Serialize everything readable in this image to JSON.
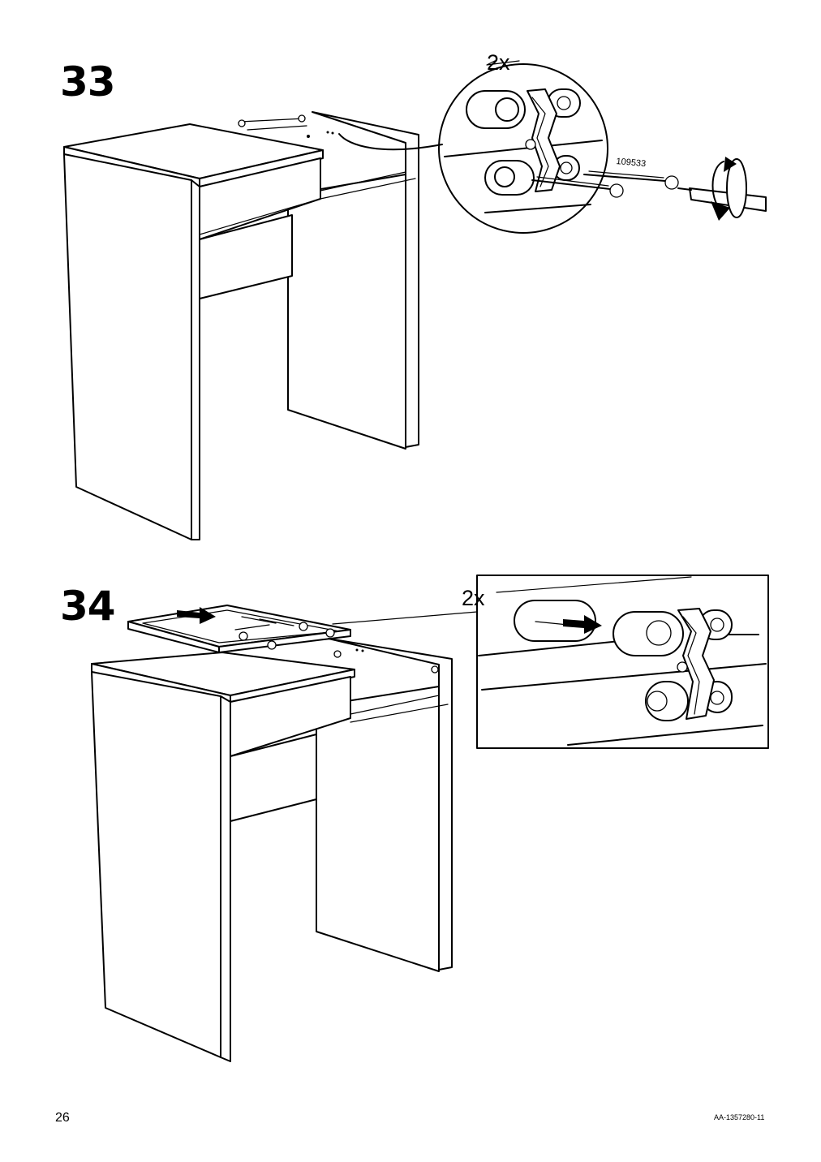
{
  "steps": [
    {
      "number": "33",
      "quantity": "2x",
      "part_number": "109533"
    },
    {
      "number": "34",
      "quantity": "2x"
    }
  ],
  "footer": {
    "page_number": "26",
    "doc_code": "AA-1357280-11"
  },
  "colors": {
    "ink": "#000000",
    "paper": "#ffffff"
  },
  "icons": [
    "arrow-right-icon",
    "rotate-clockwise-icon",
    "screwdriver-icon"
  ]
}
